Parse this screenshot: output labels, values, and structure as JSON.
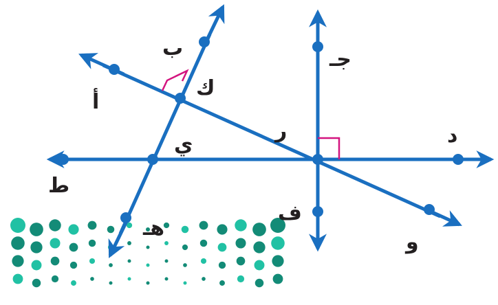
{
  "diagram": {
    "labels": {
      "A": "أ",
      "B": "ب",
      "K": "ك",
      "Y": "ي",
      "T": "ط",
      "H": "هـ",
      "J": "جـ",
      "R": "ر",
      "D": "د",
      "F": "ف",
      "W": "و"
    },
    "colors": {
      "line": "#1a6fc0",
      "right_angle": "#d3147f",
      "text": "#231f20",
      "dots_dark": "#138b77",
      "dots_light": "#21c1a4"
    }
  }
}
